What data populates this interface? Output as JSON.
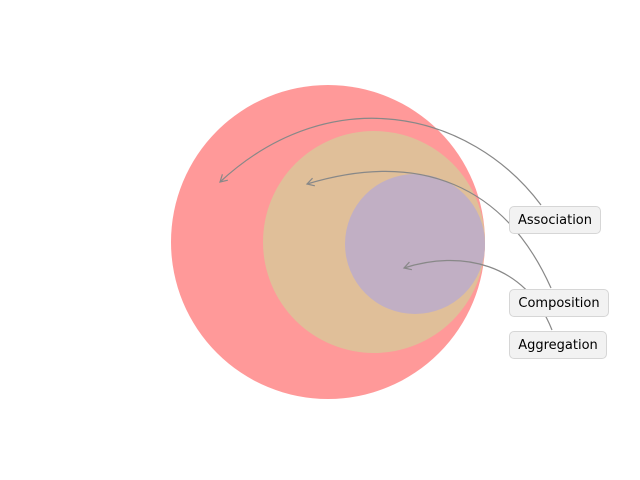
{
  "colors": {
    "association": "#ff9999",
    "composition": "#e0bf99",
    "aggregation": "#c1afc4",
    "connector": "#888888",
    "label_bg": "#f2f2f2",
    "label_border": "#d6d6d6"
  },
  "labels": {
    "association": "Association",
    "composition": "Composition",
    "aggregation": "Aggregation"
  }
}
